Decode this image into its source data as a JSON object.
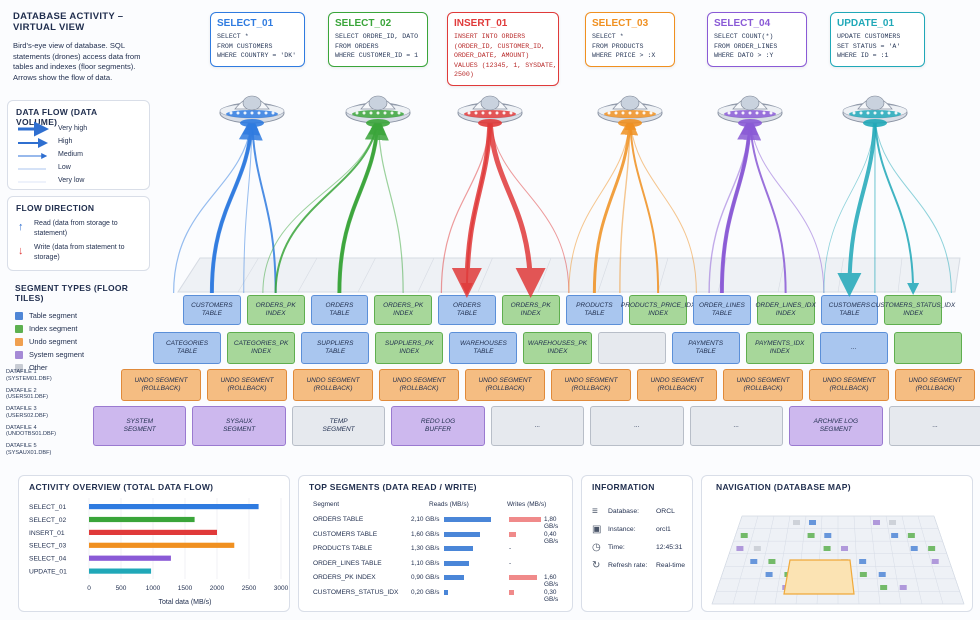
{
  "title": "DATABASE ACTIVITY – VIRTUAL VIEW",
  "description": "Bird's-eye view of database. SQL statements (drones) access data from tables and indexes (floor segments). Arrows show the flow of data.",
  "legend_flow": {
    "title": "DATA FLOW (DATA VOLUME)",
    "items": [
      "Very high",
      "High",
      "Medium",
      "Low",
      "Very low"
    ]
  },
  "legend_direction": {
    "title": "FLOW DIRECTION",
    "read": "Read (data from storage to statement)",
    "write": "Write (data from statement to storage)"
  },
  "legend_segments": {
    "title": "SEGMENT TYPES (FLOOR TILES)",
    "items": [
      {
        "label": "Table segment",
        "color": "#4f86d6"
      },
      {
        "label": "Index segment",
        "color": "#5db050"
      },
      {
        "label": "Undo segment",
        "color": "#f0a050"
      },
      {
        "label": "System segment",
        "color": "#a58ad6"
      },
      {
        "label": "Other",
        "color": "#c8ccd4"
      }
    ]
  },
  "datafiles": [
    "DATAFILE 1\n(SYSTEM01.DBF)",
    "DATAFILE 2\n(USERS01.DBF)",
    "DATAFILE 3\n(USERS02.DBF)",
    "DATAFILE 4\n(UNDOTBS01.DBF)",
    "DATAFILE 5\n(SYSAUX01.DBF)"
  ],
  "statements": [
    {
      "title": "SELECT_01",
      "color": "#2f7be0",
      "code": "SELECT *\nFROM CUSTOMERS\nWHERE COUNTRY = 'DK'"
    },
    {
      "title": "SELECT_02",
      "color": "#3aa53a",
      "code": "SELECT ORDRE_ID, DATO\nFROM ORDERS\nWHERE CUSTOMER_ID = 1"
    },
    {
      "title": "INSERT_01",
      "color": "#e03a3a",
      "code": "INSERT INTO ORDERS\n(ORDER_ID, CUSTOMER_ID,\nORDER_DATE, AMOUNT)\nVALUES (12345, 1, SYSDATE,\n2500)"
    },
    {
      "title": "SELECT_03",
      "color": "#f09020",
      "code": "SELECT *\nFROM PRODUCTS\nWHERE PRICE > :X"
    },
    {
      "title": "SELECT_04",
      "color": "#8a5ad6",
      "code": "SELECT COUNT(*)\nFROM ORDER_LINES\nWHERE DATO > :Y"
    },
    {
      "title": "UPDATE_01",
      "color": "#20a8b8",
      "code": "UPDATE CUSTOMERS\nSET STATUS = 'A'\nWHERE ID = :1"
    }
  ],
  "floor": {
    "row1": [
      {
        "t": "CUSTOMERS\nTABLE",
        "k": "table"
      },
      {
        "t": "ORDERS_PK\nINDEX",
        "k": "index"
      },
      {
        "t": "ORDERS\nTABLE",
        "k": "table"
      },
      {
        "t": "ORDERS_PK\nINDEX",
        "k": "index"
      },
      {
        "t": "ORDERS\nTABLE",
        "k": "table"
      },
      {
        "t": "ORDERS_PK\nINDEX",
        "k": "index"
      },
      {
        "t": "PRODUCTS\nTABLE",
        "k": "table"
      },
      {
        "t": "PRODUCTS_PRICE_IDX\nINDEX",
        "k": "index"
      },
      {
        "t": "ORDER_LINES\nTABLE",
        "k": "table"
      },
      {
        "t": "ORDER_LINES_IDX\nINDEX",
        "k": "index"
      },
      {
        "t": "CUSTOMERS\nTABLE",
        "k": "table"
      },
      {
        "t": "CUSTOMERS_STATUS_IDX\nINDEX",
        "k": "index"
      }
    ],
    "row2": [
      {
        "t": "CATEGORIES\nTABLE",
        "k": "table"
      },
      {
        "t": "CATEGORIES_PK\nINDEX",
        "k": "index"
      },
      {
        "t": "SUPPLIERS\nTABLE",
        "k": "table"
      },
      {
        "t": "SUPPLIERS_PK\nINDEX",
        "k": "index"
      },
      {
        "t": "WAREHOUSES\nTABLE",
        "k": "table"
      },
      {
        "t": "WAREHOUSES_PK\nINDEX",
        "k": "index"
      },
      {
        "t": "",
        "k": "other"
      },
      {
        "t": "PAYMENTS\nTABLE",
        "k": "table"
      },
      {
        "t": "PAYMENTS_IDX\nINDEX",
        "k": "index"
      },
      {
        "t": "...",
        "k": "table"
      },
      {
        "t": "",
        "k": "index"
      }
    ],
    "row3": [
      {
        "t": "UNDO SEGMENT\n(ROLLBACK)",
        "k": "undo"
      },
      {
        "t": "UNDO SEGMENT\n(ROLLBACK)",
        "k": "undo"
      },
      {
        "t": "UNDO SEGMENT\n(ROLLBACK)",
        "k": "undo"
      },
      {
        "t": "UNDO SEGMENT\n(ROLLBACK)",
        "k": "undo"
      },
      {
        "t": "UNDO SEGMENT\n(ROLLBACK)",
        "k": "undo"
      },
      {
        "t": "UNDO SEGMENT\n(ROLLBACK)",
        "k": "undo"
      },
      {
        "t": "UNDO SEGMENT\n(ROLLBACK)",
        "k": "undo"
      },
      {
        "t": "UNDO SEGMENT\n(ROLLBACK)",
        "k": "undo"
      },
      {
        "t": "UNDO SEGMENT\n(ROLLBACK)",
        "k": "undo"
      },
      {
        "t": "UNDO SEGMENT\n(ROLLBACK)",
        "k": "undo"
      }
    ],
    "row4": [
      {
        "t": "SYSTEM\nSEGMENT",
        "k": "system"
      },
      {
        "t": "SYSAUX\nSEGMENT",
        "k": "system"
      },
      {
        "t": "TEMP\nSEGMENT",
        "k": "other"
      },
      {
        "t": "REDO LOG\nBUFFER",
        "k": "system"
      },
      {
        "t": "...",
        "k": "other"
      },
      {
        "t": "...",
        "k": "other"
      },
      {
        "t": "...",
        "k": "other"
      },
      {
        "t": "ARCHIVE LOG\nSEGMENT",
        "k": "system"
      },
      {
        "t": "...",
        "k": "other"
      }
    ]
  },
  "activity": {
    "title": "ACTIVITY OVERVIEW (TOTAL DATA FLOW)",
    "xlabel": "Total data (MB/s)",
    "ticks": [
      "0",
      "500",
      "1000",
      "1500",
      "2000",
      "2500",
      "3000"
    ]
  },
  "chart_data": {
    "type": "bar",
    "categories": [
      "SELECT_01",
      "SELECT_02",
      "INSERT_01",
      "SELECT_03",
      "SELECT_04",
      "UPDATE_01"
    ],
    "values": [
      2650,
      1650,
      2000,
      2270,
      1280,
      970
    ],
    "colors": [
      "#2f7be0",
      "#3aa53a",
      "#e03a3a",
      "#f09020",
      "#8a5ad6",
      "#20a8b8"
    ],
    "xlabel": "Total data (MB/s)",
    "xlim": [
      0,
      3000
    ],
    "orientation": "horizontal"
  },
  "top_segments": {
    "title": "TOP SEGMENTS (DATA READ / WRITE)",
    "headers": [
      "Segment",
      "Reads (MB/s)",
      "Writes (MB/s)"
    ],
    "rows": [
      {
        "name": "ORDERS TABLE",
        "reads": "2,10 GB/s",
        "r": 2.1,
        "writes": "1,80 GB/s",
        "w": 1.8
      },
      {
        "name": "CUSTOMERS TABLE",
        "reads": "1,60 GB/s",
        "r": 1.6,
        "writes": "0,40 GB/s",
        "w": 0.4
      },
      {
        "name": "PRODUCTS TABLE",
        "reads": "1,30 GB/s",
        "r": 1.3,
        "writes": "-",
        "w": 0
      },
      {
        "name": "ORDER_LINES TABLE",
        "reads": "1,10 GB/s",
        "r": 1.1,
        "writes": "-",
        "w": 0
      },
      {
        "name": "ORDERS_PK INDEX",
        "reads": "0,90 GB/s",
        "r": 0.9,
        "writes": "1,60 GB/s",
        "w": 1.6
      },
      {
        "name": "CUSTOMERS_STATUS_IDX",
        "reads": "0,20 GB/s",
        "r": 0.2,
        "writes": "0,30 GB/s",
        "w": 0.3
      }
    ]
  },
  "info": {
    "title": "INFORMATION",
    "rows": [
      {
        "k": "Database:",
        "v": "ORCL"
      },
      {
        "k": "Instance:",
        "v": "orcl1"
      },
      {
        "k": "Time:",
        "v": "12:45:31"
      },
      {
        "k": "Refresh rate:",
        "v": "Real-time"
      }
    ]
  },
  "nav": {
    "title": "NAVIGATION (DATABASE MAP)"
  }
}
